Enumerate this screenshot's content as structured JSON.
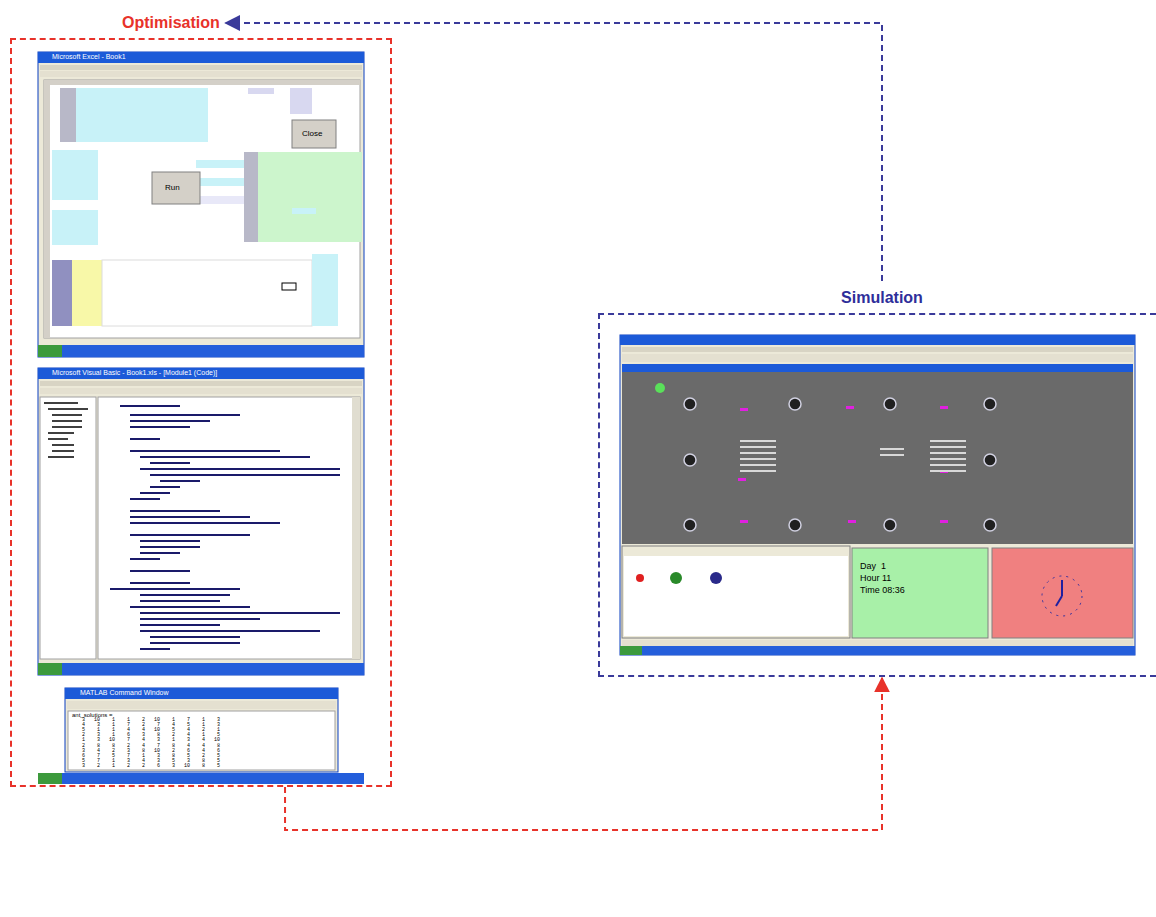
{
  "diagram": {
    "nodes": [
      {
        "text": [
          "Optimisation"
        ]
      },
      {
        "text": [
          "Simulation"
        ]
      }
    ],
    "edges": [
      {
        "from": 1,
        "to": 0,
        "arrow": "to"
      },
      {
        "from": 0,
        "to": 1,
        "arrow": "to"
      }
    ],
    "labels": [
      "Microsoft Excel - Book1",
      "Run",
      "Close",
      "Microsoft Visual Basic - Book1.xls - [Module1 (Code)]",
      "MATLAB Command Window",
      "ant_solutions =",
      "3   10    1    1    2   10    1    7    1    3",
      "4    3    1    7    2    7    4    5    1    3",
      "5    1    1    4    4   10    5    4    2    1",
      "2    3    1    6    3    8    2    4    1    5",
      "1    3   10    7    4    3    1    3    4   10",
      "2    8    8    2    4    7    8    4    4    8",
      "3    4    2    3    8   10    2    6    4    6",
      "6    7    5    7    1    3    8    5    2    5",
      "5    7    1    3    4    3    5    3    8    5",
      "3    2    1    2    2    6    3   10    8    5",
      "Day  1",
      "Hour 11",
      "Time 08:36"
    ]
  }
}
